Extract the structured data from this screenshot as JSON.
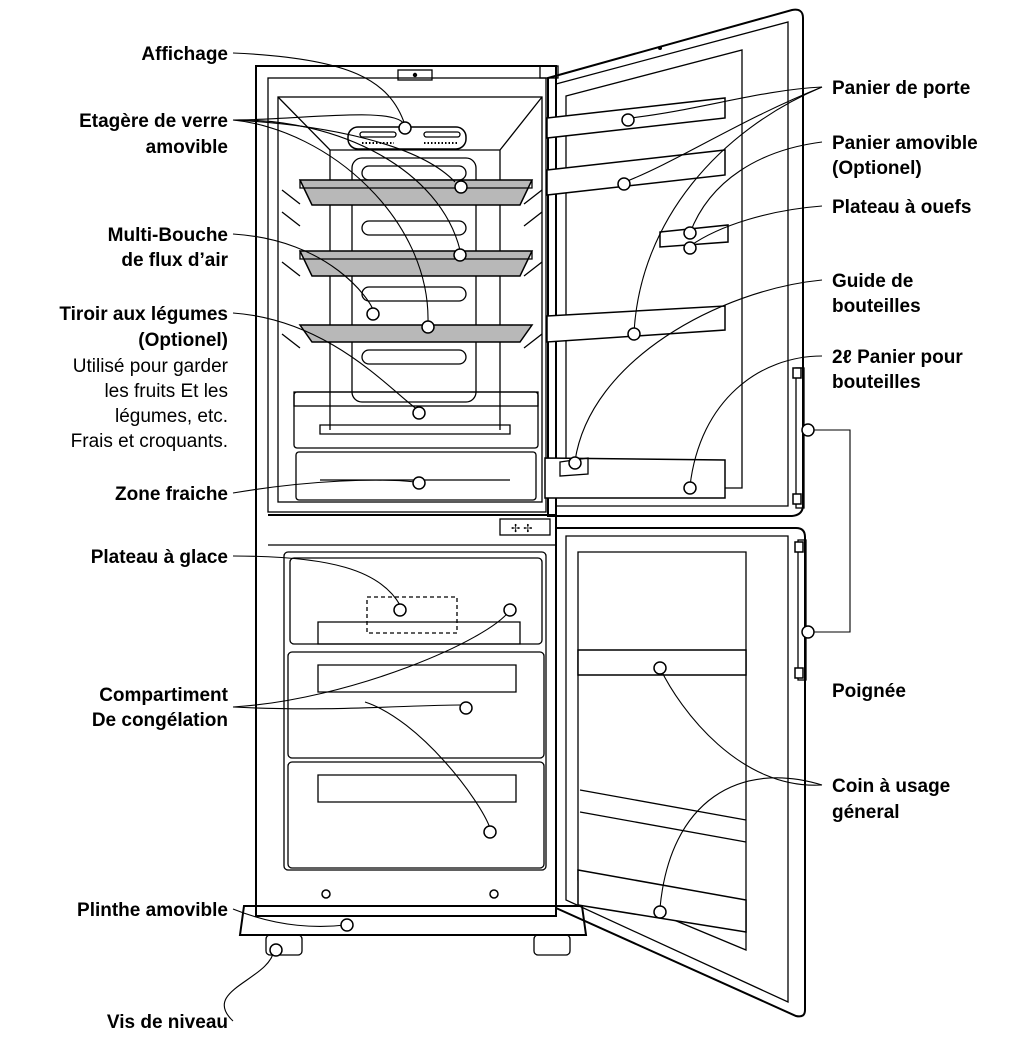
{
  "labels": {
    "affichage": "Affichage",
    "etagere_l1": "Etagère de verre",
    "etagere_l2": "amovible",
    "multi_l1": "Multi-Bouche",
    "multi_l2": "de flux d’air",
    "tiroir_l1": "Tiroir aux légumes",
    "tiroir_l2": "(Optionel)",
    "tiroir_d1": "Utilisé pour garder",
    "tiroir_d2": "les fruits Et les",
    "tiroir_d3": "légumes, etc.",
    "tiroir_d4": "Frais et croquants.",
    "zone_fraiche": "Zone fraiche",
    "plateau_glace": "Plateau à glace",
    "compartiment_l1": "Compartiment",
    "compartiment_l2": "De congélation",
    "plinthe": "Plinthe amovible",
    "vis": "Vis de niveau",
    "panier_porte": "Panier de porte",
    "panier_amov_l1": "Panier amovible",
    "panier_amov_l2": "(Optionel)",
    "plateau_oeufs": "Plateau à ouefs",
    "guide_l1": "Guide de",
    "guide_l2": "bouteilles",
    "panier_bout_l1": "2ℓ Panier pour",
    "panier_bout_l2": "bouteilles",
    "poignee": "Poignée",
    "coin_l1": "Coin à usage",
    "coin_l2": "géneral"
  }
}
